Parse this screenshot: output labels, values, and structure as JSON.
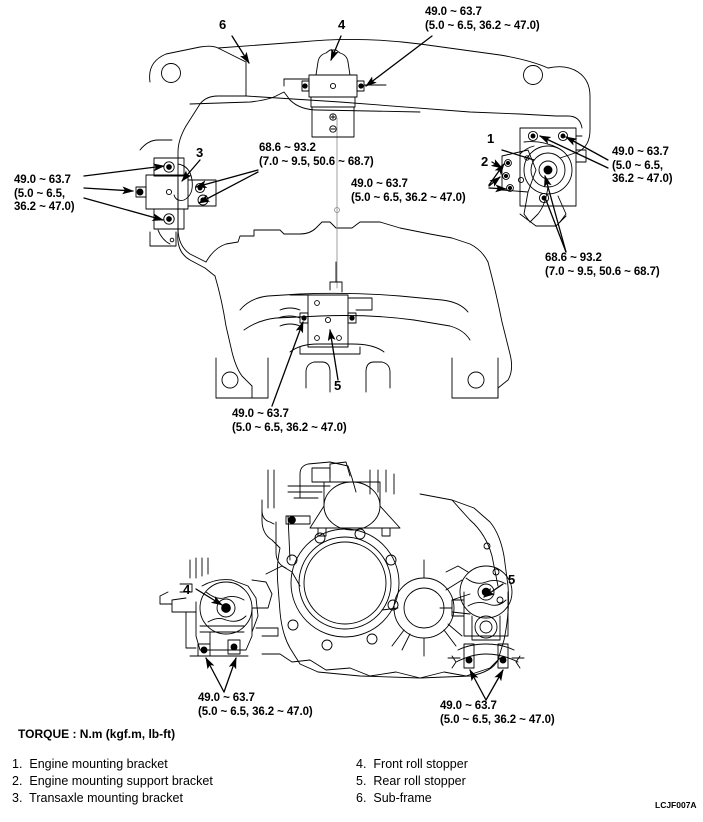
{
  "figure": {
    "code": "LCJF007A",
    "torque_units_note": "TORQUE : N.m (kgf.m, lb-ft)"
  },
  "torque_specs": {
    "standard": {
      "primary": "49.0 ~ 63.7",
      "secondary": "(5.0 ~ 6.5, 36.2 ~ 47.0)",
      "secondary_a": "(5.0 ~ 6.5,",
      "secondary_b": "36.2 ~ 47.0)"
    },
    "high": {
      "primary": "68.6 ~ 93.2",
      "secondary": "(7.0 ~ 9.5, 50.6 ~ 68.7)"
    }
  },
  "callouts": {
    "top_right_spec": {
      "line1": "49.0 ~ 63.7",
      "line2": "(5.0 ~ 6.5, 36.2 ~ 47.0)"
    },
    "left_spec": {
      "line1": "49.0 ~ 63.7",
      "line2": "(5.0 ~ 6.5,",
      "line3": "36.2 ~ 47.0)"
    },
    "center_high_spec": {
      "line1": "68.6 ~ 93.2",
      "line2": "(7.0 ~ 9.5, 50.6 ~ 68.7)"
    },
    "center_right_spec": {
      "line1": "49.0 ~ 63.7",
      "line2": "(5.0 ~ 6.5, 36.2 ~ 47.0)"
    },
    "right_spec": {
      "line1": "49.0 ~ 63.7",
      "line2": "(5.0 ~ 6.5,",
      "line3": "36.2 ~ 47.0)"
    },
    "right_high_spec": {
      "line1": "68.6 ~ 93.2",
      "line2": "(7.0 ~ 9.5, 50.6 ~ 68.7)"
    },
    "bottom_center_spec": {
      "line1": "49.0 ~ 63.7",
      "line2": "(5.0 ~ 6.5, 36.2 ~ 47.0)"
    },
    "lower_left_spec": {
      "line1": "49.0 ~ 63.7",
      "line2": "(5.0 ~ 6.5, 36.2 ~ 47.0)"
    },
    "lower_right_spec": {
      "line1": "49.0 ~ 63.7",
      "line2": "(5.0 ~ 6.5, 36.2 ~ 47.0)"
    }
  },
  "item_numbers": {
    "n1": "1",
    "n2": "2",
    "n3": "3",
    "n4_top": "4",
    "n5_top": "5",
    "n6": "6",
    "n4_bottom": "4",
    "n5_bottom": "5"
  },
  "legend": {
    "title": "TORQUE : N.m (kgf.m, lb-ft)",
    "left_column": [
      {
        "num": "1.",
        "label": "Engine mounting bracket"
      },
      {
        "num": "2.",
        "label": "Engine mounting support bracket"
      },
      {
        "num": "3.",
        "label": "Transaxle mounting bracket"
      }
    ],
    "right_column": [
      {
        "num": "4.",
        "label": "Front roll stopper"
      },
      {
        "num": "5.",
        "label": "Rear roll stopper"
      },
      {
        "num": "6.",
        "label": "Sub-frame"
      }
    ]
  }
}
